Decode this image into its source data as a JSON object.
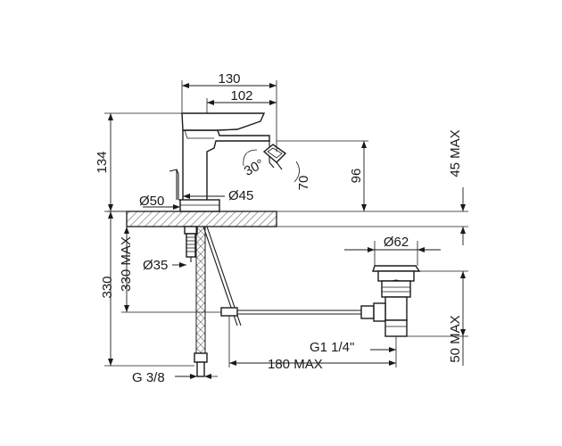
{
  "colors": {
    "line": "#1a1a1a",
    "hatch": "#8a8a8a",
    "background": "#ffffff"
  },
  "dimensions": {
    "overall_width": "130",
    "spout_reach": "102",
    "swivel_angle": "30°",
    "nozzle_width": "70",
    "mixer_height": "134",
    "spout_height": "96",
    "deck_max": "45 MAX",
    "base_diameter": "Ø50",
    "rod_diameter": "Ø45",
    "hole_diameter": "Ø35",
    "hose_length": "330",
    "hose_length_max": "330 MAX",
    "waste_diameter": "Ø62",
    "waste_height": "50 MAX",
    "waste_thread": "G1 1/4\"",
    "rod_length": "180 MAX",
    "hose_thread": "G 3/8"
  }
}
